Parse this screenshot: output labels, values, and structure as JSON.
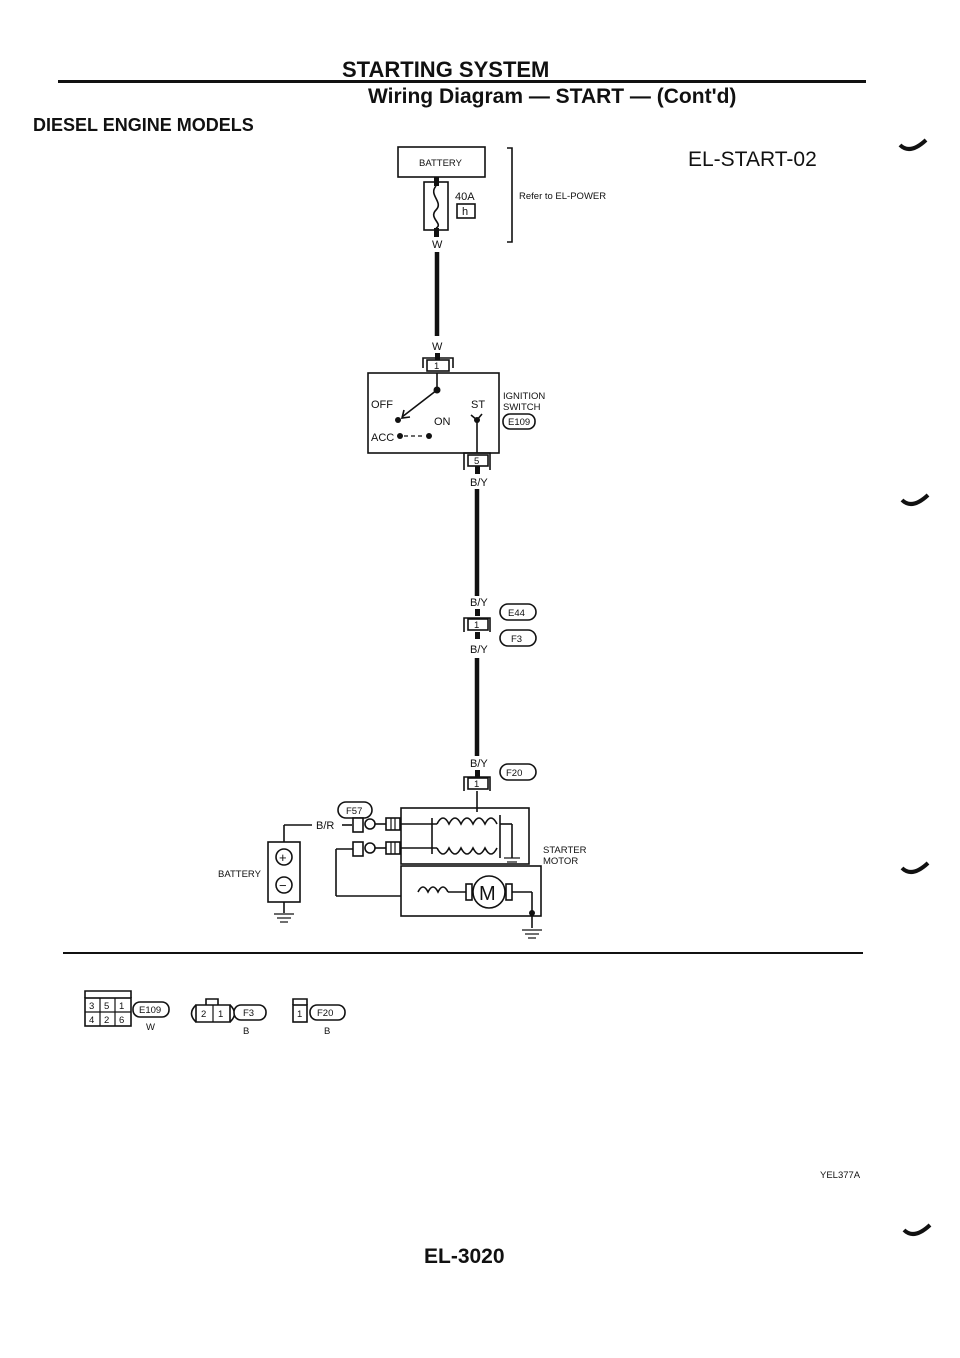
{
  "header": {
    "title": "STARTING SYSTEM",
    "subtitle": "Wiring Diagram — START — (Cont'd)",
    "section": "DIESEL ENGINE MODELS",
    "diagram_code": "EL-START-02"
  },
  "power": {
    "battery_label": "BATTERY",
    "fuse_rating": "40A",
    "fuse_letter": "h",
    "refer_text": "Refer to EL-POWER"
  },
  "wires": {
    "w": "W",
    "by": "B/Y",
    "br": "B/R"
  },
  "ignition": {
    "pin_in": "1",
    "pin_out": "5",
    "off": "OFF",
    "st": "ST",
    "on": "ON",
    "acc": "ACC",
    "label_line1": "IGNITION",
    "label_line2": "SWITCH",
    "connector": "E109"
  },
  "joint": {
    "pin": "1",
    "connector_top": "E44",
    "connector_bottom": "F3"
  },
  "starter": {
    "pin": "1",
    "connector": "F20",
    "b_terminal_connector": "F57",
    "label_line1": "STARTER",
    "label_line2": "MOTOR",
    "motor_symbol": "M",
    "battery_label": "BATTERY",
    "plus": "+",
    "minus": "−"
  },
  "connectors_legend": [
    {
      "id": "E109",
      "pins_top": [
        "3",
        "5",
        "1"
      ],
      "pins_bottom": [
        "4",
        "2",
        "6"
      ],
      "color": "W"
    },
    {
      "id": "F3",
      "pins": [
        "2",
        "1"
      ],
      "color": "B"
    },
    {
      "id": "F20",
      "pins": [
        "1"
      ],
      "color": "B"
    }
  ],
  "footer": {
    "figure_id": "YEL377A",
    "page_number": "EL-3020"
  }
}
